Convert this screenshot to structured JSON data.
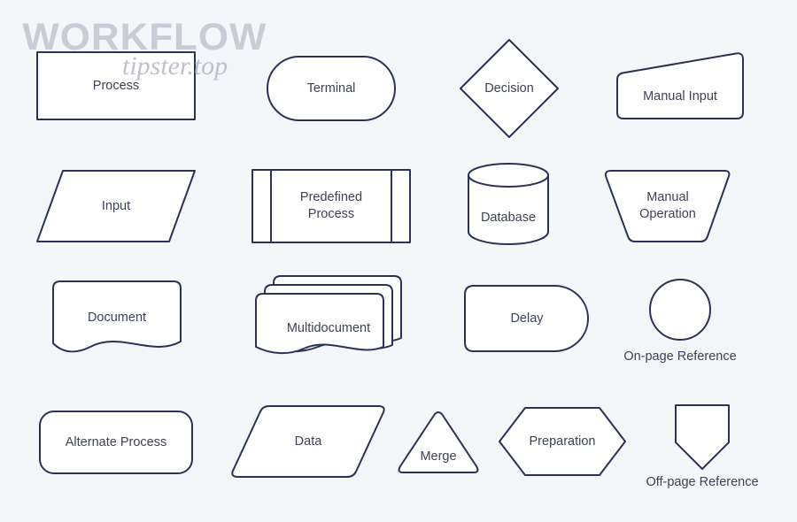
{
  "watermark": {
    "main": "WORKFLOW",
    "sub": "tipster.top"
  },
  "palette": {
    "background": "#f5f6fa",
    "shape_fill": "#ffffff",
    "shape_stroke": "#2b3157",
    "label_text": "#3c4257",
    "watermark_text": "#b9bcc8"
  },
  "shapes": [
    {
      "id": "process",
      "label": "Process",
      "label_position": "inside"
    },
    {
      "id": "terminal",
      "label": "Terminal",
      "label_position": "inside"
    },
    {
      "id": "decision",
      "label": "Decision",
      "label_position": "inside"
    },
    {
      "id": "manual-input",
      "label": "Manual Input",
      "label_position": "inside"
    },
    {
      "id": "input",
      "label": "Input",
      "label_position": "inside"
    },
    {
      "id": "predefined-process",
      "label": "Predefined\nProcess",
      "label_position": "inside"
    },
    {
      "id": "database",
      "label": "Database",
      "label_position": "inside"
    },
    {
      "id": "manual-operation",
      "label": "Manual\nOperation",
      "label_position": "inside"
    },
    {
      "id": "document",
      "label": "Document",
      "label_position": "inside"
    },
    {
      "id": "multidocument",
      "label": "Multidocument",
      "label_position": "inside"
    },
    {
      "id": "delay",
      "label": "Delay",
      "label_position": "inside"
    },
    {
      "id": "on-page-reference",
      "label": "On-page Reference",
      "label_position": "below"
    },
    {
      "id": "alternate-process",
      "label": "Alternate Process",
      "label_position": "inside"
    },
    {
      "id": "data",
      "label": "Data",
      "label_position": "inside"
    },
    {
      "id": "merge",
      "label": "Merge",
      "label_position": "inside"
    },
    {
      "id": "preparation",
      "label": "Preparation",
      "label_position": "inside"
    },
    {
      "id": "off-page-reference",
      "label": "Off-page Reference",
      "label_position": "below"
    }
  ]
}
